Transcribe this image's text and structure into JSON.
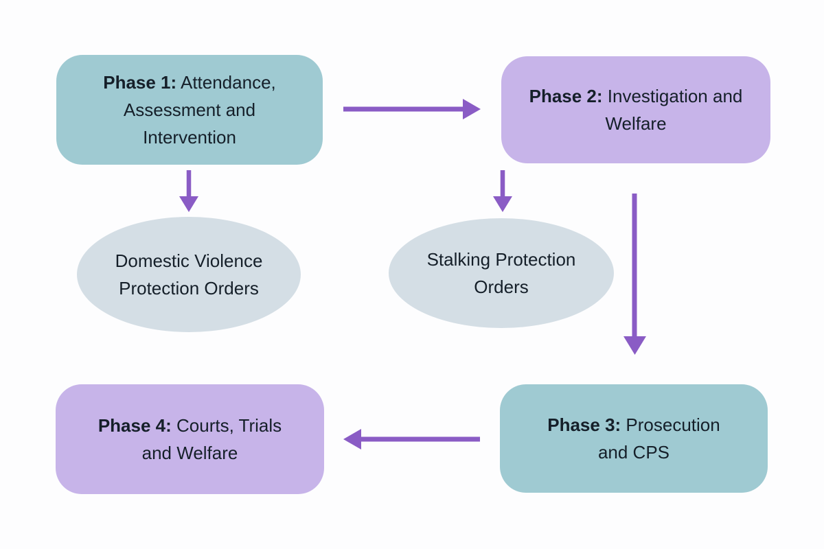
{
  "diagram": {
    "colors": {
      "background": "#fdfdfe",
      "teal": "#9fcad2",
      "purple": "#c7b4e9",
      "ellipse": "#d4dee5",
      "arrow": "#8a5cc5",
      "text": "#151f29"
    },
    "nodes": {
      "phase1": {
        "bold": "Phase 1:",
        "rest": " Attendance, Assessment and Intervention",
        "shape": "rounded-rect",
        "fill": "teal"
      },
      "phase2": {
        "bold": "Phase 2:",
        "rest": " Investigation and Welfare",
        "shape": "rounded-rect",
        "fill": "purple"
      },
      "dvpo": {
        "label": "Domestic Violence Protection Orders",
        "shape": "ellipse",
        "fill": "ellipse"
      },
      "spo": {
        "label": "Stalking Protection Orders",
        "shape": "ellipse",
        "fill": "ellipse"
      },
      "phase3": {
        "bold": "Phase 3:",
        "rest": " Prosecution and CPS",
        "shape": "rounded-rect",
        "fill": "teal"
      },
      "phase4": {
        "bold": "Phase 4:",
        "rest": " Courts, Trials and Welfare",
        "shape": "rounded-rect",
        "fill": "purple"
      }
    },
    "arrows": [
      {
        "from": "phase1",
        "to": "phase2",
        "direction": "right"
      },
      {
        "from": "phase1",
        "to": "dvpo",
        "direction": "down"
      },
      {
        "from": "phase2",
        "to": "spo",
        "direction": "down"
      },
      {
        "from": "phase2",
        "to": "phase3",
        "direction": "down"
      },
      {
        "from": "phase3",
        "to": "phase4",
        "direction": "left"
      }
    ]
  }
}
